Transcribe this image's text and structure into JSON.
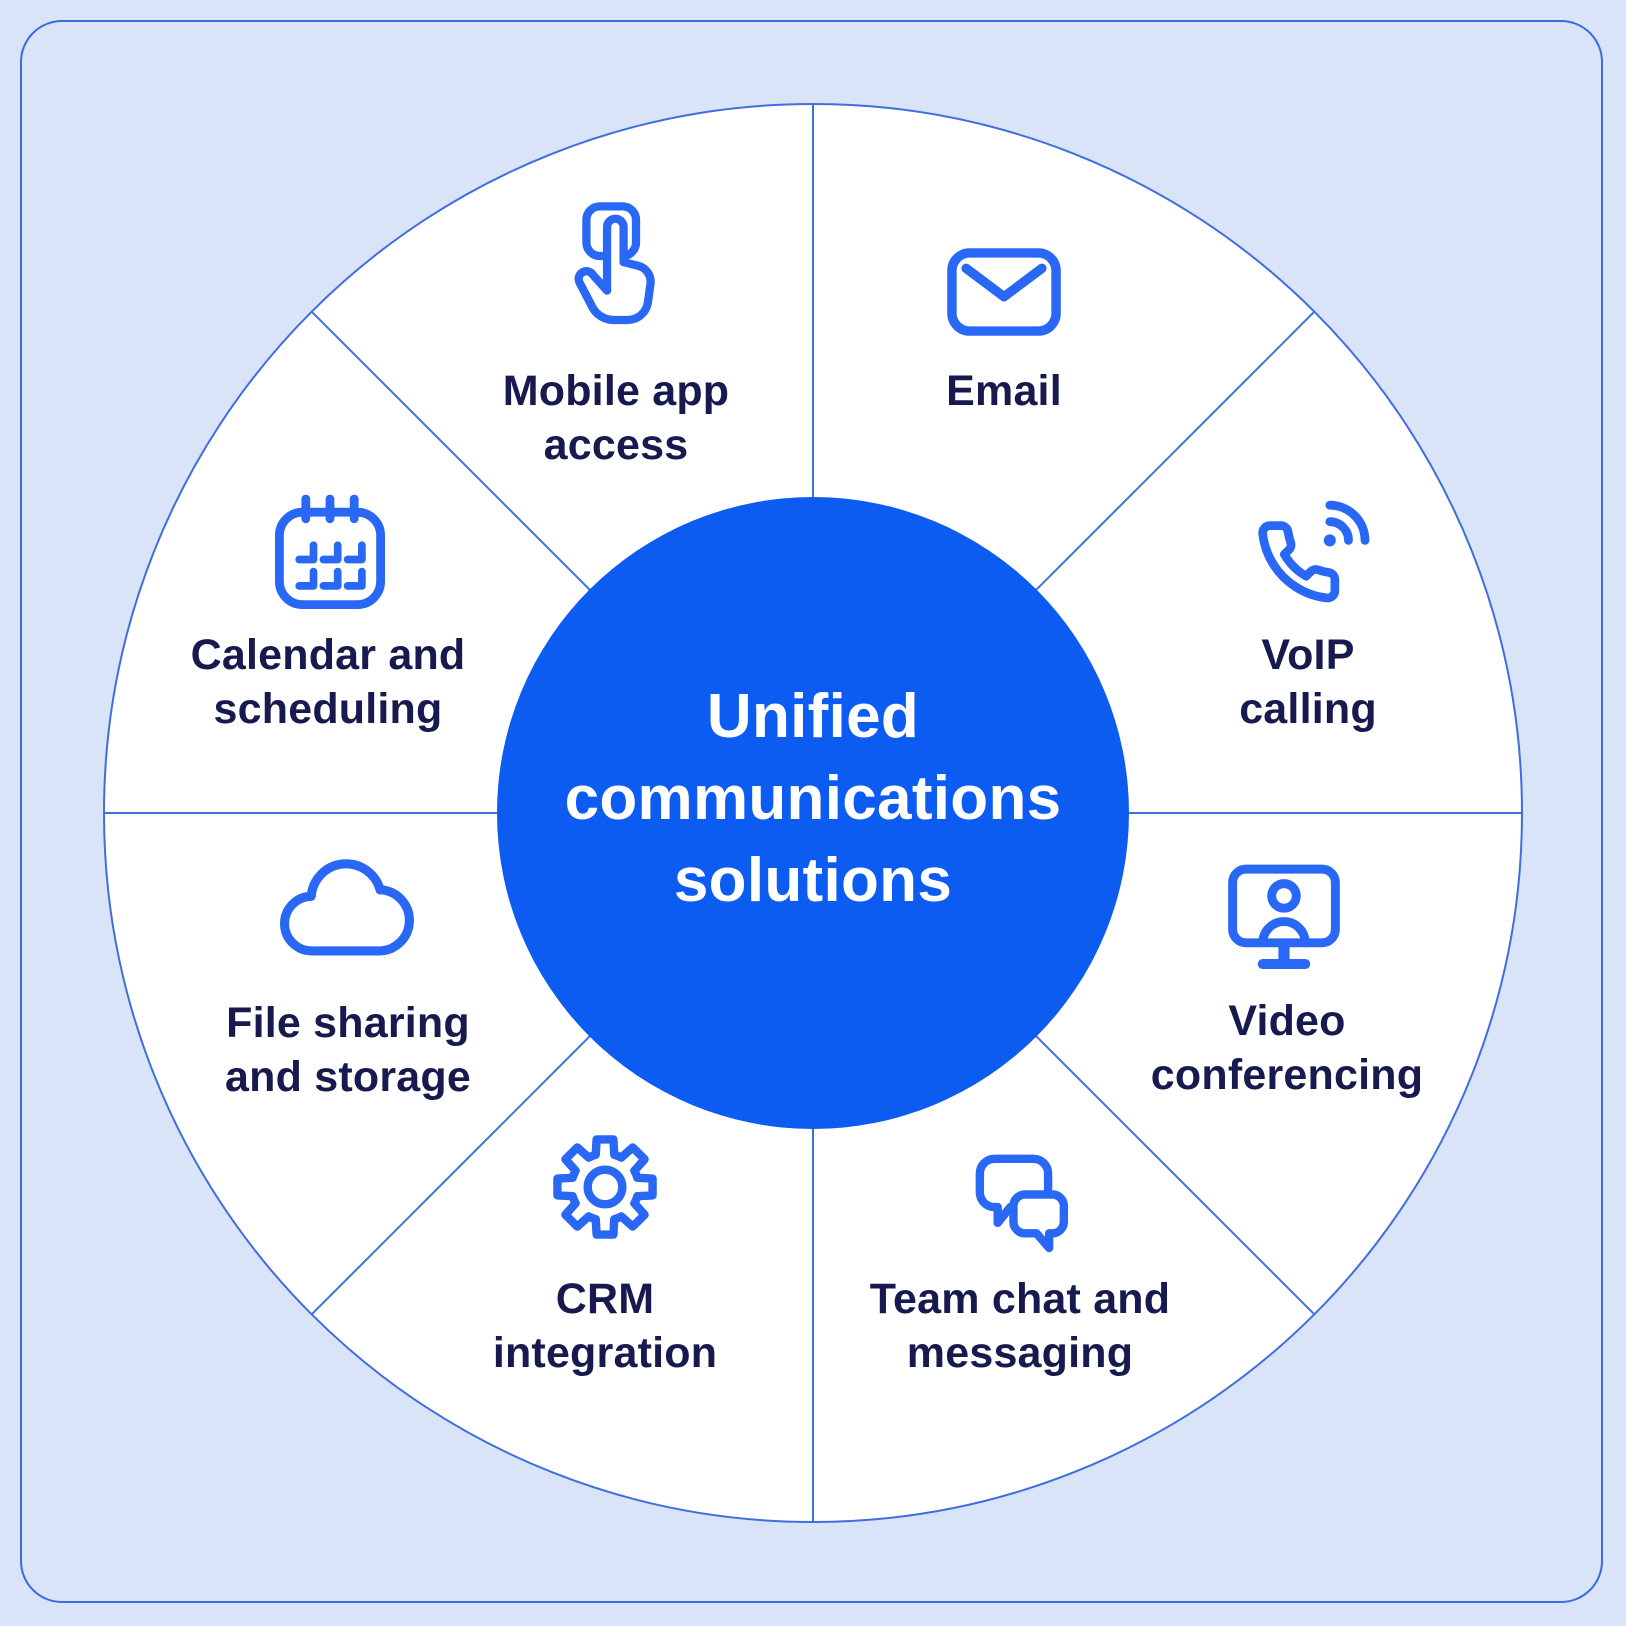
{
  "canvas": {
    "background_color": "#d9e4f8",
    "frame_border_color": "#3a6be0"
  },
  "wheel": {
    "fill": "#ffffff",
    "divider_line_color": "#3f6ede",
    "center_circle_color": "#0d5cf2",
    "center_label": "Unified\ncommunications\nsolutions",
    "center_label_color": "#ffffff"
  },
  "style": {
    "icon_color": "#2968f4",
    "label_color": "#161a4e"
  },
  "segments": [
    {
      "id": "email",
      "label": "Email",
      "icon": "envelope-icon"
    },
    {
      "id": "voip-calling",
      "label": "VoIP\ncalling",
      "icon": "phone-waves-icon"
    },
    {
      "id": "video-conferencing",
      "label": "Video\nconferencing",
      "icon": "monitor-person-icon"
    },
    {
      "id": "team-chat-and-messaging",
      "label": "Team chat and\nmessaging",
      "icon": "chat-bubbles-icon"
    },
    {
      "id": "crm-integration",
      "label": "CRM\nintegration",
      "icon": "gear-icon"
    },
    {
      "id": "file-sharing-and-storage",
      "label": "File sharing\nand storage",
      "icon": "cloud-icon"
    },
    {
      "id": "calendar-and-scheduling",
      "label": "Calendar and\nscheduling",
      "icon": "calendar-icon"
    },
    {
      "id": "mobile-app-access",
      "label": "Mobile app\naccess",
      "icon": "tap-finger-icon"
    }
  ]
}
